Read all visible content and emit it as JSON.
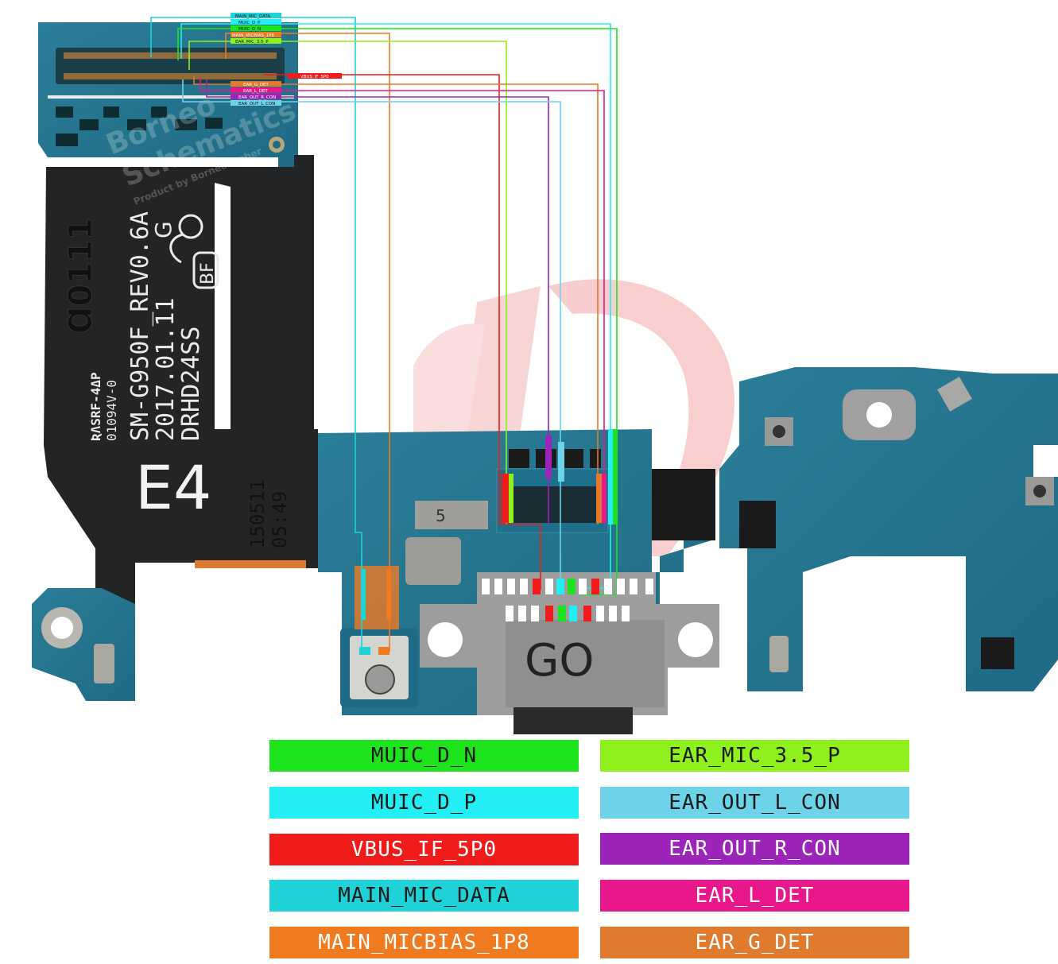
{
  "board": {
    "model": "SM-G950F_REV0.6A",
    "date": "2017.01.11",
    "code": "DRHD24SS",
    "id": "E4",
    "cert_line1": "ƦɅSRF-4ΔP",
    "cert_line2": "01094V-0",
    "side_text": "Ɑ0111",
    "lot": "150511",
    "time": "05:49",
    "port_mark": "GO",
    "logo_g": "G",
    "logo_bf": "BF",
    "pad_mark": "5"
  },
  "watermark": {
    "brand1": "Borneo",
    "brand2": "Schematics",
    "byline": "Product by Borneoflasher"
  },
  "connector_tags": {
    "top": [
      "MAIN_MIC_DATA",
      "MUIC_D_P",
      "MUIC_D_N",
      "MAIN_MICBIAS_1P8",
      "EAR_MIC_3.5_P"
    ],
    "vbus": "VBUS_IF_5P0",
    "bottom": [
      "EAR_G_DET",
      "EAR_L_DET",
      "EAR_OUT_R_CON",
      "EAR_OUT_L_CON"
    ]
  },
  "legend": [
    {
      "label": "MUIC_D_N",
      "color": "#1ee41e",
      "text_color": "#1a1a1a"
    },
    {
      "label": "EAR_MIC_3.5_P",
      "color": "#8ef01c",
      "text_color": "#1a1a1a"
    },
    {
      "label": "MUIC_D_P",
      "color": "#22eef4",
      "text_color": "#1a1a1a"
    },
    {
      "label": "EAR_OUT_L_CON",
      "color": "#6cd3e8",
      "text_color": "#1a1a1a"
    },
    {
      "label": "VBUS_IF_5P0",
      "color": "#f01c1c",
      "text_color": "#ffffff"
    },
    {
      "label": "EAR_OUT_R_CON",
      "color": "#9c24b8",
      "text_color": "#ffffff"
    },
    {
      "label": "MAIN_MIC_DATA",
      "color": "#1ed2d8",
      "text_color": "#1a1a1a"
    },
    {
      "label": "EAR_L_DET",
      "color": "#e8188c",
      "text_color": "#ffffff"
    },
    {
      "label": "MAIN_MICBIAS_1P8",
      "color": "#f07a20",
      "text_color": "#ffffff"
    },
    {
      "label": "EAR_G_DET",
      "color": "#e07a2c",
      "text_color": "#ffffff"
    }
  ]
}
